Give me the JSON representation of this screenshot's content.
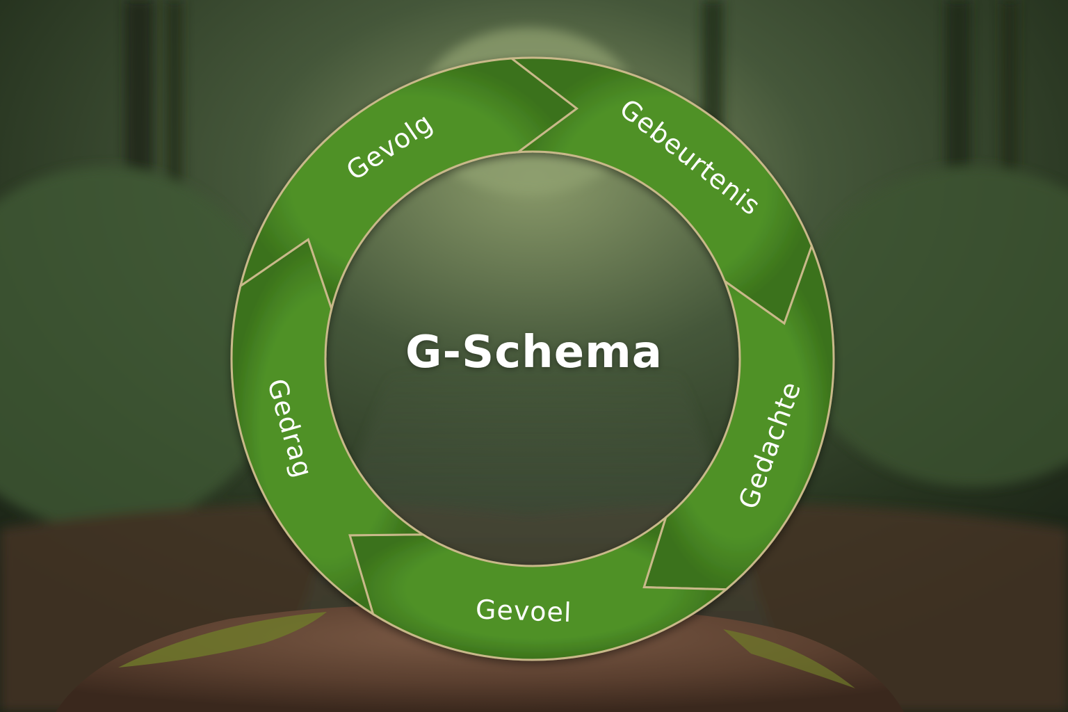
{
  "diagram": {
    "title": "G-Schema",
    "steps": [
      {
        "label": "Gebeurtenis"
      },
      {
        "label": "Gedachte"
      },
      {
        "label": "Gevoel"
      },
      {
        "label": "Gedrag"
      },
      {
        "label": "Gevolg"
      }
    ]
  },
  "colors": {
    "segment": "#4a8a25",
    "segment_dark": "#3a7019",
    "edge": "#c9b98a",
    "text": "#ffffff"
  }
}
